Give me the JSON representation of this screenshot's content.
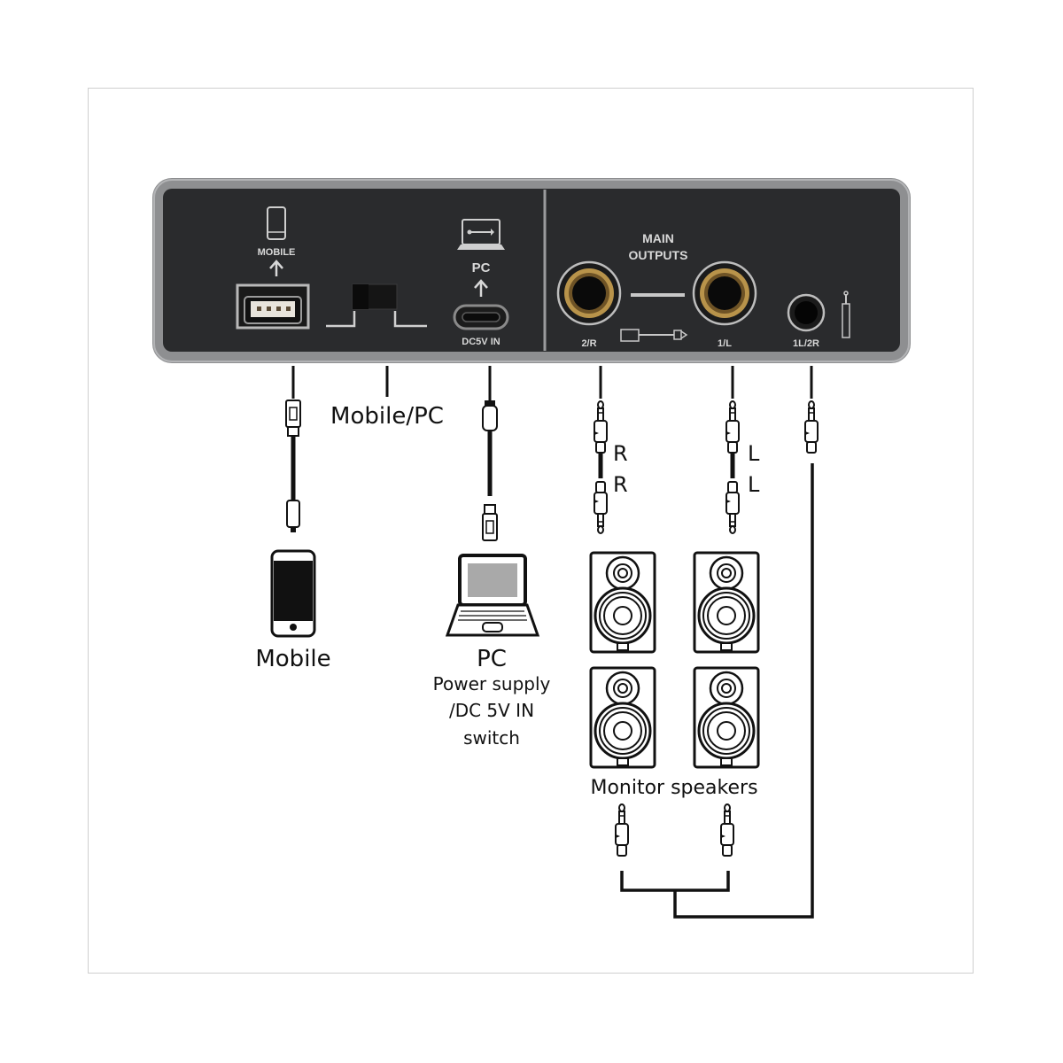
{
  "device_panel": {
    "mobile_port_label": "MOBILE",
    "pc_port_label": "PC",
    "dc_label": "DC5V IN",
    "main_outputs_line1": "MAIN",
    "main_outputs_line2": "OUTPUTS",
    "output_right_label": "2/R",
    "output_left_label": "1/L",
    "headphone_label": "1L/2R",
    "colors": {
      "panel": "#2a2b2d",
      "bezel": "#8e8f91",
      "text": "#d8d8d8",
      "jack_gold": "#b8934a"
    }
  },
  "diagram": {
    "switch_label": "Mobile/PC",
    "mobile_label": "Mobile",
    "pc_label": "PC",
    "pc_sub_line1": "Power supply",
    "pc_sub_line2": "/DC 5V IN",
    "pc_sub_line3": "switch",
    "right_cable_top": "R",
    "right_cable_bottom": "R",
    "left_cable_top": "L",
    "left_cable_bottom": "L",
    "speakers_label": "Monitor speakers"
  }
}
